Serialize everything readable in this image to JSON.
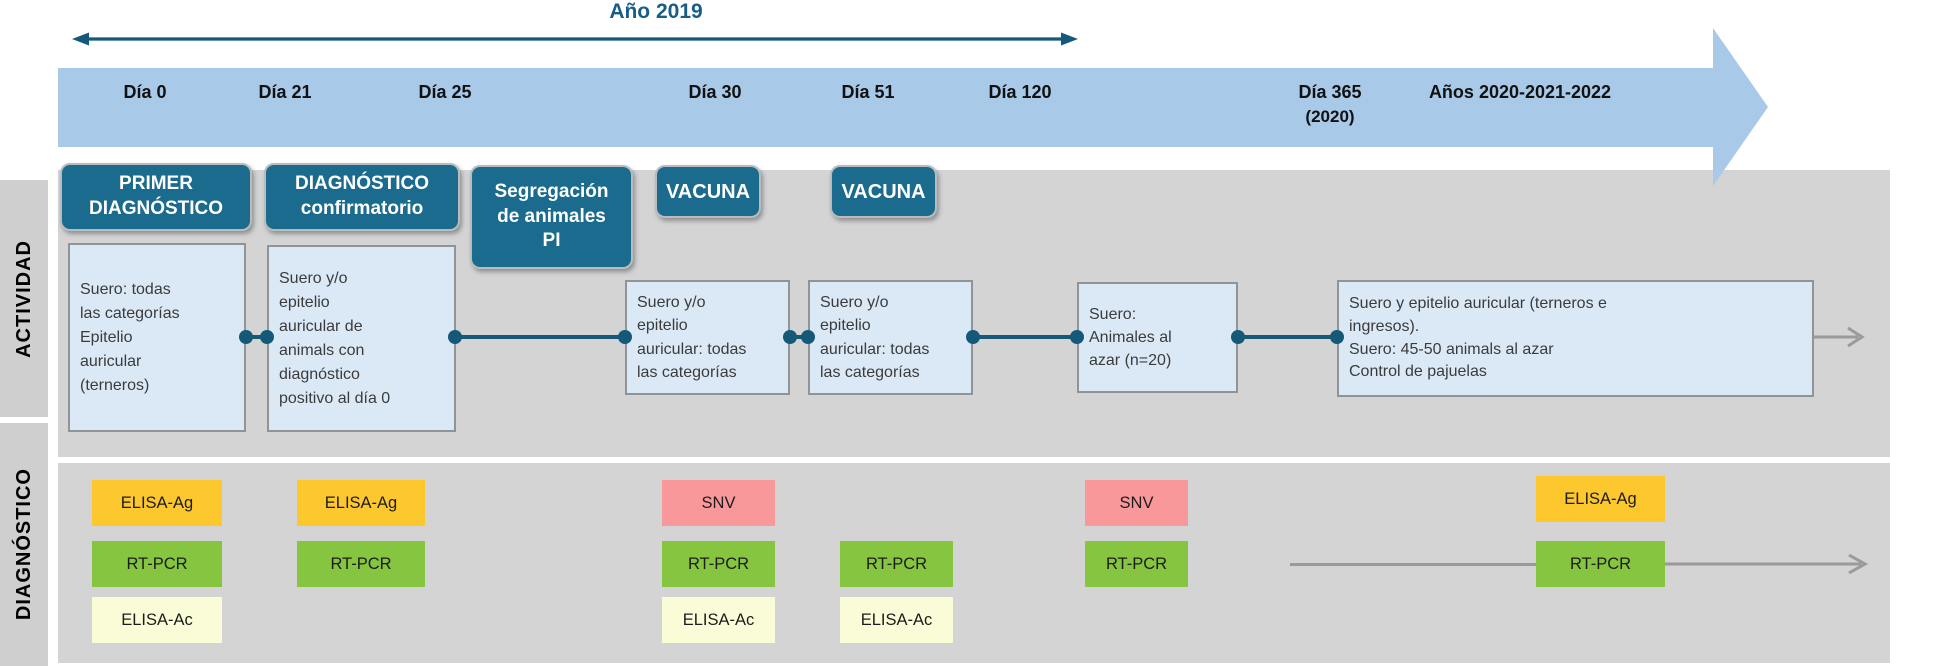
{
  "header": {
    "year_label": "Año 2019",
    "days": [
      "Día 0",
      "Día 21",
      "Día 25",
      "Día 30",
      "Día 51",
      "Día 120",
      "Día 365",
      "Años 2020-2021-2022"
    ],
    "day365_sub": "(2020)"
  },
  "actividad": {
    "section_label": "ACTIVIDAD",
    "headers": [
      "PRIMER\nDIAGNÓSTICO",
      "DIAGNÓSTICO\nconfirmatorio",
      "Segregación\nde animales\nPI",
      "VACUNA",
      "VACUNA"
    ],
    "boxes": [
      "Suero: todas\nlas categorías\nEpitelio\nauricular\n(terneros)",
      "Suero y/o\nepitelio\nauricular de\nanimals con\ndiagnóstico\npositivo al día 0",
      "Suero y/o\nepitelio\nauricular: todas\nlas categorías",
      "Suero y/o\nepitelio\nauricular: todas\nlas categorías",
      "Suero:\nAnimales al\nazar (n=20)",
      "Suero y epitelio auricular (terneros e\ningresos).\nSuero: 45-50 animals al azar\nControl de pajuelas"
    ]
  },
  "diagnostico": {
    "section_label": "DIAGNÓSTICO",
    "columns": [
      {
        "day": "Día 0",
        "tests": [
          "ELISA-Ag",
          "RT-PCR",
          "ELISA-Ac"
        ]
      },
      {
        "day": "Día 21",
        "tests": [
          "ELISA-Ag",
          "RT-PCR"
        ]
      },
      {
        "day": "Día 30",
        "tests": [
          "SNV",
          "RT-PCR",
          "ELISA-Ac"
        ]
      },
      {
        "day": "Día 51",
        "tests": [
          "RT-PCR",
          "ELISA-Ac"
        ]
      },
      {
        "day": "Día 120",
        "tests": [
          "SNV",
          "RT-PCR"
        ]
      },
      {
        "day": "Años 2020-2021-2022",
        "tests": [
          "ELISA-Ag",
          "RT-PCR"
        ]
      }
    ]
  },
  "colors": {
    "banner_blue": "#a9c9e9",
    "teal_box": "#1b6b8e",
    "activity_box_bg": "#dbe9f7",
    "activity_box_border": "#8f9496",
    "connector_teal": "#14597a",
    "panel_gray": "#d4d4d4",
    "strip_gray": "#cfcfcf",
    "continuation_gray": "#9a9a9a",
    "elisa_ag": "#fdc72e",
    "rt_pcr": "#86c540",
    "elisa_ac": "#fafbd7",
    "snv": "#f9989b"
  }
}
